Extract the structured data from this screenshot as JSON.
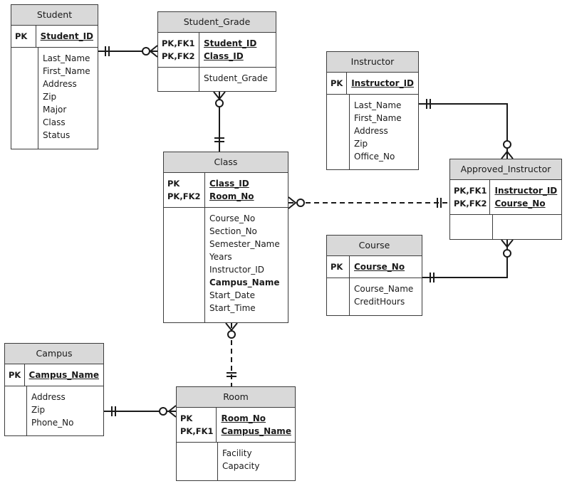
{
  "entities": {
    "student": {
      "title": "Student",
      "key_labels": [
        "PK"
      ],
      "key_fields": [
        "Student_ID"
      ],
      "attributes": [
        "Last_Name",
        "First_Name",
        "Address",
        "Zip",
        "Major",
        "Class",
        "Status"
      ]
    },
    "student_grade": {
      "title": "Student_Grade",
      "key_labels": [
        "PK,FK1",
        "PK,FK2"
      ],
      "key_fields": [
        "Student_ID",
        "Class_ID"
      ],
      "attributes": [
        "Student_Grade"
      ]
    },
    "instructor": {
      "title": "Instructor",
      "key_labels": [
        "PK"
      ],
      "key_fields": [
        "Instructor_ID"
      ],
      "attributes": [
        "Last_Name",
        "First_Name",
        "Address",
        "Zip",
        "Office_No"
      ]
    },
    "class": {
      "title": "Class",
      "key_labels": [
        "PK",
        "PK,FK2"
      ],
      "key_fields": [
        "Class_ID",
        "Room_No"
      ],
      "attributes": [
        "Course_No",
        "Section_No",
        "Semester_Name",
        "Years",
        "Instructor_ID",
        "Campus_Name",
        "Start_Date",
        "Start_Time"
      ],
      "bold_attribute": "Campus_Name"
    },
    "approved_instructor": {
      "title": "Approved_Instructor",
      "key_labels": [
        "PK,FK1",
        "PK,FK2"
      ],
      "key_fields": [
        "Instructor_ID",
        "Course_No"
      ],
      "attributes": []
    },
    "course": {
      "title": "Course",
      "key_labels": [
        "PK"
      ],
      "key_fields": [
        "Course_No"
      ],
      "attributes": [
        "Course_Name",
        "CreditHours"
      ]
    },
    "campus": {
      "title": "Campus",
      "key_labels": [
        "PK"
      ],
      "key_fields": [
        "Campus_Name"
      ],
      "attributes": [
        "Address",
        "Zip",
        "Phone_No"
      ]
    },
    "room": {
      "title": "Room",
      "key_labels": [
        "PK",
        "PK,FK1"
      ],
      "key_fields": [
        "Room_No",
        "Campus_Name"
      ],
      "attributes": [
        "Facility",
        "Capacity"
      ]
    }
  },
  "relationships": [
    {
      "from": "student",
      "to": "student_grade",
      "from_end": "one-and-only-one",
      "to_end": "zero-or-many",
      "style": "solid"
    },
    {
      "from": "class",
      "to": "student_grade",
      "from_end": "one-and-only-one",
      "to_end": "zero-or-many",
      "style": "solid"
    },
    {
      "from": "instructor",
      "to": "approved_instructor",
      "from_end": "one-and-only-one",
      "to_end": "zero-or-many",
      "style": "solid"
    },
    {
      "from": "course",
      "to": "approved_instructor",
      "from_end": "one-and-only-one",
      "to_end": "zero-or-many",
      "style": "solid"
    },
    {
      "from": "approved_instructor",
      "to": "class",
      "from_end": "one-and-only-one",
      "to_end": "zero-or-many",
      "style": "dashed"
    },
    {
      "from": "room",
      "to": "class",
      "from_end": "one-and-only-one",
      "to_end": "zero-or-many",
      "style": "dashed"
    },
    {
      "from": "campus",
      "to": "room",
      "from_end": "one-and-only-one",
      "to_end": "zero-or-many",
      "style": "solid"
    }
  ]
}
